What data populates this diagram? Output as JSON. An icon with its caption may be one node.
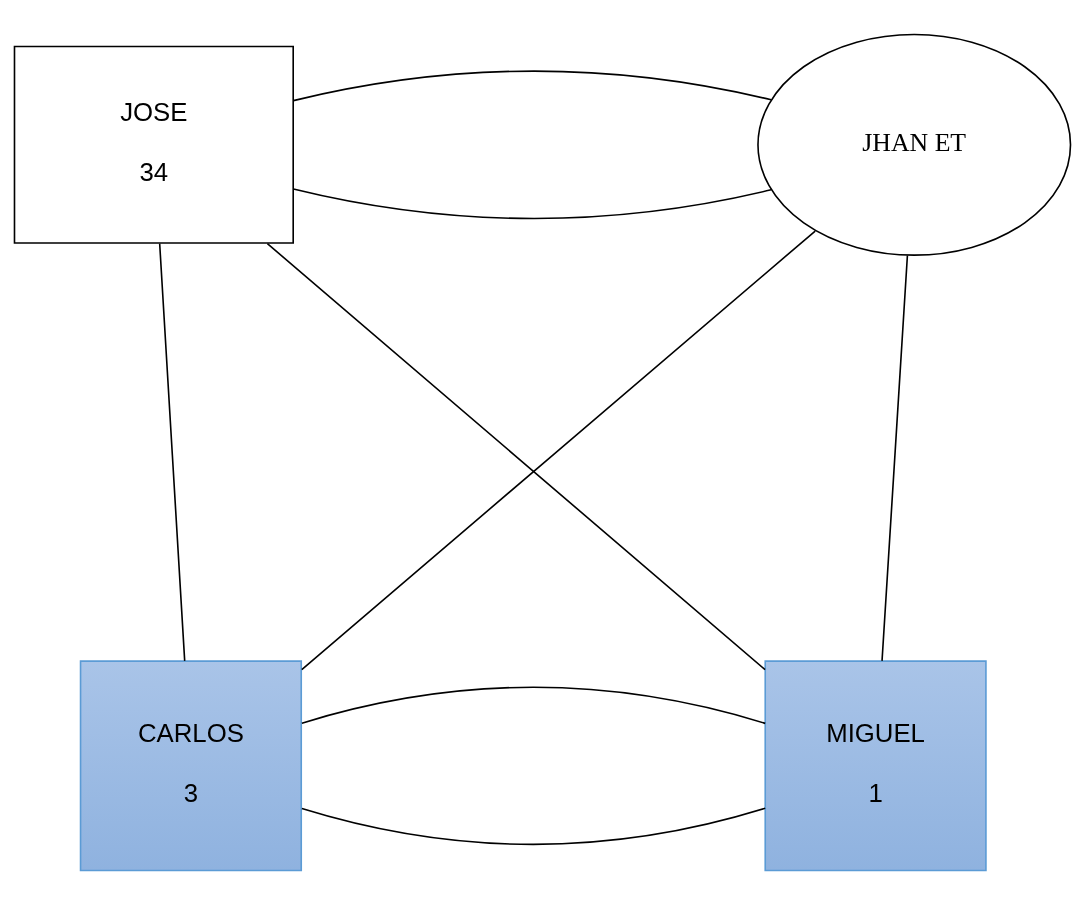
{
  "diagram": {
    "nodes": [
      {
        "text": [
          "JOSE",
          "34"
        ]
      },
      {
        "text": [
          "JHAN ET"
        ]
      },
      {
        "text": [
          "CARLOS",
          "3"
        ]
      },
      {
        "text": [
          "MIGUEL",
          "1"
        ]
      }
    ],
    "edges": [
      {
        "from": 0,
        "to": 1,
        "arrow": "none"
      },
      {
        "from": 0,
        "to": 1,
        "arrow": "none"
      },
      {
        "from": 0,
        "to": 2,
        "arrow": "none"
      },
      {
        "from": 0,
        "to": 3,
        "arrow": "none"
      },
      {
        "from": 1,
        "to": 2,
        "arrow": "none"
      },
      {
        "from": 1,
        "to": 3,
        "arrow": "none"
      },
      {
        "from": 2,
        "to": 3,
        "arrow": "none"
      },
      {
        "from": 2,
        "to": 3,
        "arrow": "none"
      }
    ]
  }
}
